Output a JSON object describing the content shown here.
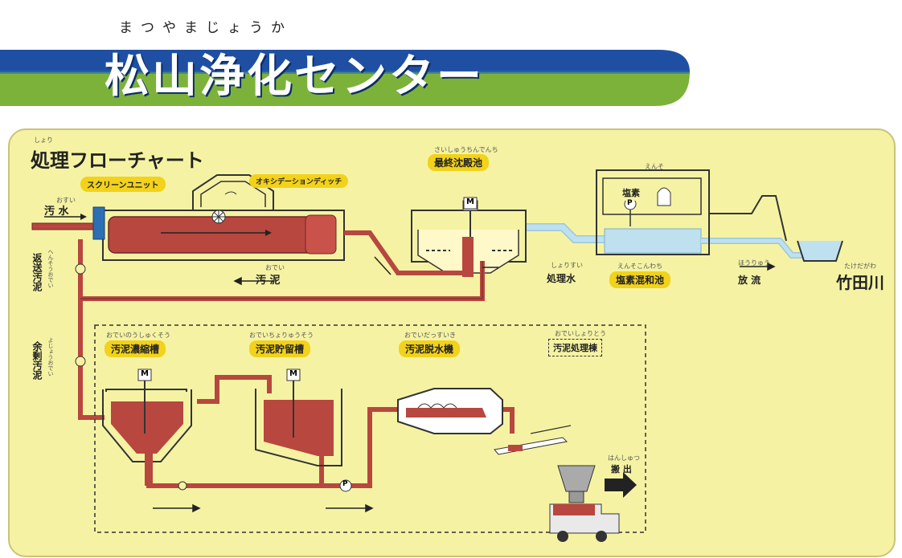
{
  "header": {
    "title_reading": "まつやまじょうか",
    "title": "松山浄化センター"
  },
  "chart": {
    "heading_reading": "しょり",
    "heading": "処理フローチャート",
    "screen_unit": "スクリーンユニット",
    "oxidation_ditch": "オキシデーションディッチ",
    "final_tank_reading": "さいしゅうちんでんち",
    "final_tank": "最終沈殿池",
    "chlorine_reading": "えんそ",
    "chlorine": "塩素",
    "sewage_reading": "おすい",
    "sewage": "汚 水",
    "sludge_reading": "おでい",
    "sludge": "汚 泥",
    "treated_reading": "しょりすい",
    "treated": "処理水",
    "mixing_reading": "えんそこんわち",
    "mixing": "塩素混和池",
    "discharge_reading": "ほうりゅう",
    "discharge": "放 流",
    "river_reading": "たけだがわ",
    "river": "竹田川",
    "return_sludge": "返送汚泥",
    "return_sludge_reading": "へんそうおでい",
    "excess_sludge": "余剰汚泥",
    "excess_sludge_reading": "よじょうおでい",
    "thickener_reading": "おでいのうしゅくそう",
    "thickener": "汚泥濃縮槽",
    "storage_reading": "おでいちょりゅうそう",
    "storage": "汚泥貯留槽",
    "dewatering_reading": "おでいだっすいき",
    "dewatering": "汚泥脱水機",
    "building_reading": "おでいしょりとう",
    "building": "汚泥処理棟",
    "carry_out_reading": "はんしゅつ",
    "carry_out": "搬 出",
    "motor": "M",
    "pump": "P"
  },
  "colors": {
    "banner_blue": "#1f4fa3",
    "banner_green": "#7cb23a",
    "panel": "#f5f3a3",
    "sludge": "#b8473f",
    "water": "#bfe0ef",
    "label_yellow": "#f2d21a"
  }
}
